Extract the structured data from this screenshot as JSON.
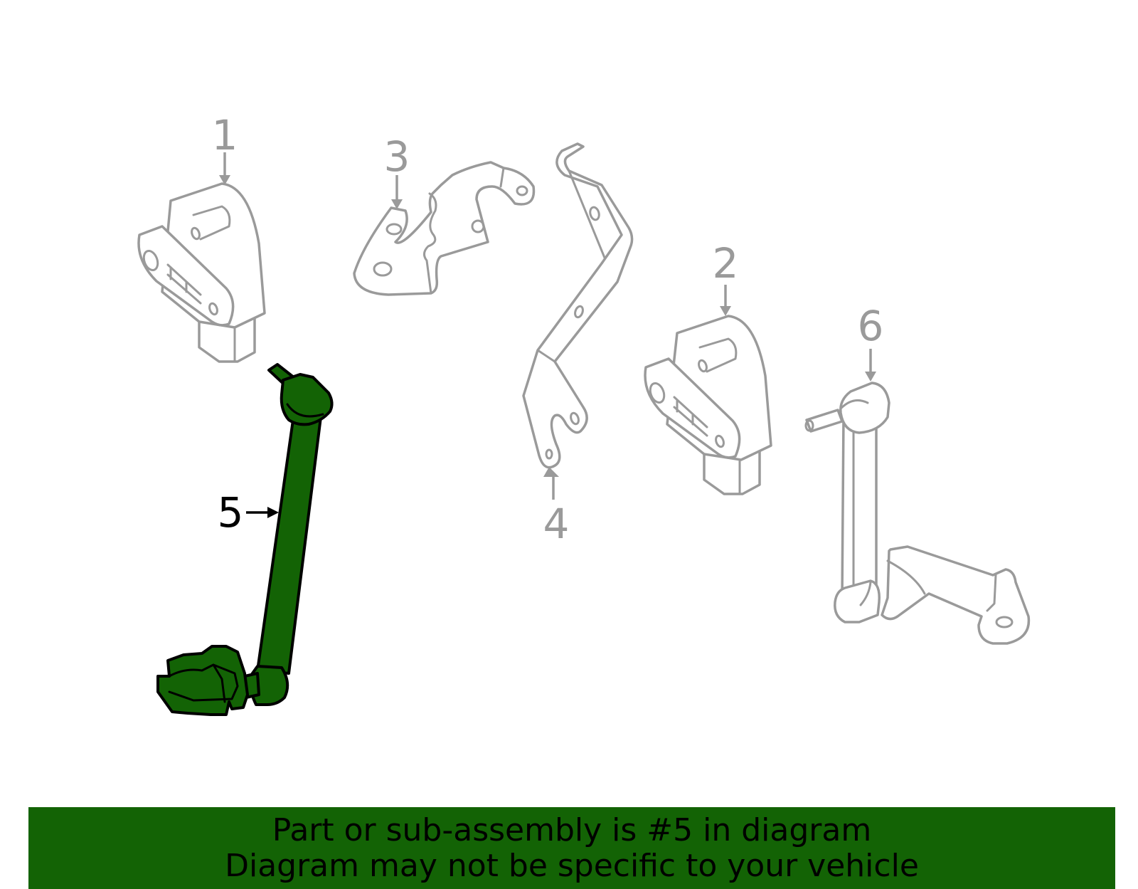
{
  "callouts": [
    "1",
    "2",
    "3",
    "4",
    "5",
    "6"
  ],
  "highlighted_part": "5",
  "colors": {
    "highlight_fill": "#136305",
    "part_stroke": "#9a9a9a",
    "label_gray": "#9a9a9a",
    "highlight_label": "#000000",
    "banner_bg": "#136305"
  },
  "banner": {
    "line1": "Part or sub-assembly is #5 in diagram",
    "line2": "Diagram may not be specific to your vehicle"
  }
}
